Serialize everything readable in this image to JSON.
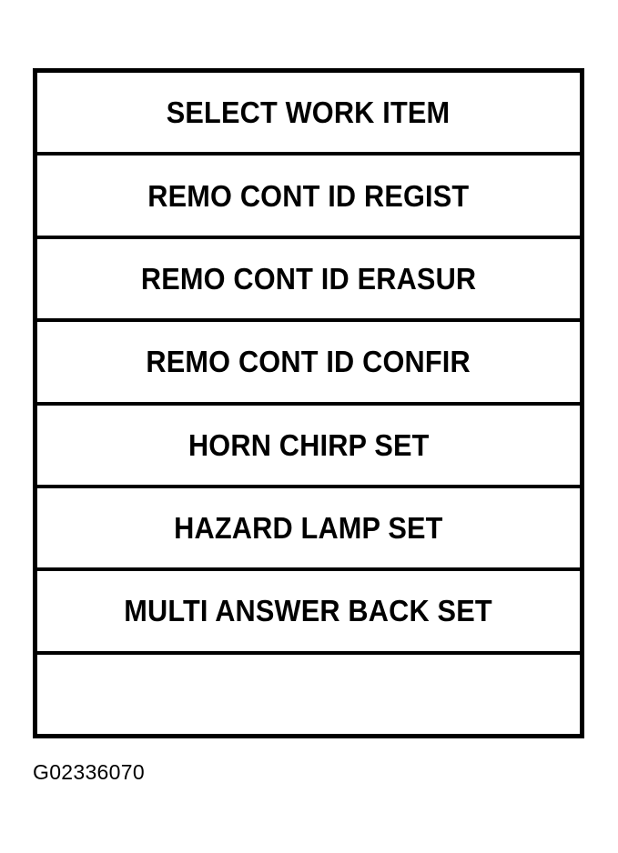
{
  "figure": {
    "caption": "G02336070",
    "background_color": "#ffffff",
    "line_color": "#000000"
  },
  "menu": {
    "title": "SELECT WORK ITEM",
    "rows": [
      {
        "label": "SELECT WORK ITEM",
        "empty": false
      },
      {
        "label": "REMO CONT ID REGIST",
        "empty": false
      },
      {
        "label": "REMO CONT ID ERASUR",
        "empty": false
      },
      {
        "label": "REMO CONT ID CONFIR",
        "empty": false
      },
      {
        "label": "HORN CHIRP SET",
        "empty": false
      },
      {
        "label": "HAZARD LAMP SET",
        "empty": false
      },
      {
        "label": "MULTI ANSWER BACK SET",
        "empty": false
      },
      {
        "label": "",
        "empty": true
      }
    ]
  }
}
